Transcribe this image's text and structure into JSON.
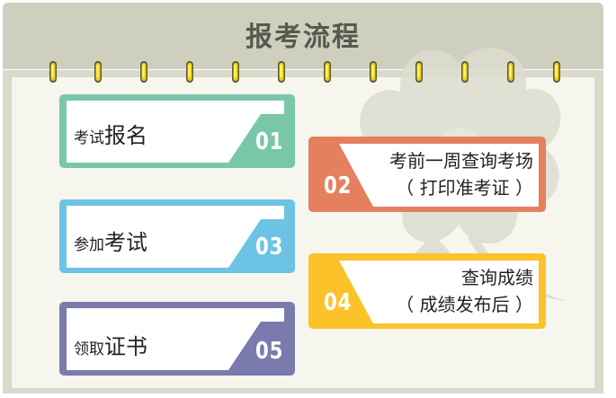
{
  "header": {
    "title": "报考流程"
  },
  "steps": [
    {
      "number": "01",
      "label_small": "考试",
      "label_large": "报名",
      "color": "#79c7a8"
    },
    {
      "number": "02",
      "line1": "考前一周查询考场",
      "line2": "（ 打印准考证 ）",
      "color": "#e5805f"
    },
    {
      "number": "03",
      "label_small": "参加",
      "label_large": "考试",
      "color": "#6cc3e3"
    },
    {
      "number": "04",
      "line1": "查询成绩",
      "line2": "（ 成绩发布后 ）",
      "color": "#fbc22a"
    },
    {
      "number": "05",
      "label_small": "领取",
      "label_large": "证书",
      "color": "#7a7aad"
    }
  ],
  "colors": {
    "header_bg": "#cfcfbf",
    "board_bg": "#d9dacb",
    "ring": "#f2d300"
  }
}
